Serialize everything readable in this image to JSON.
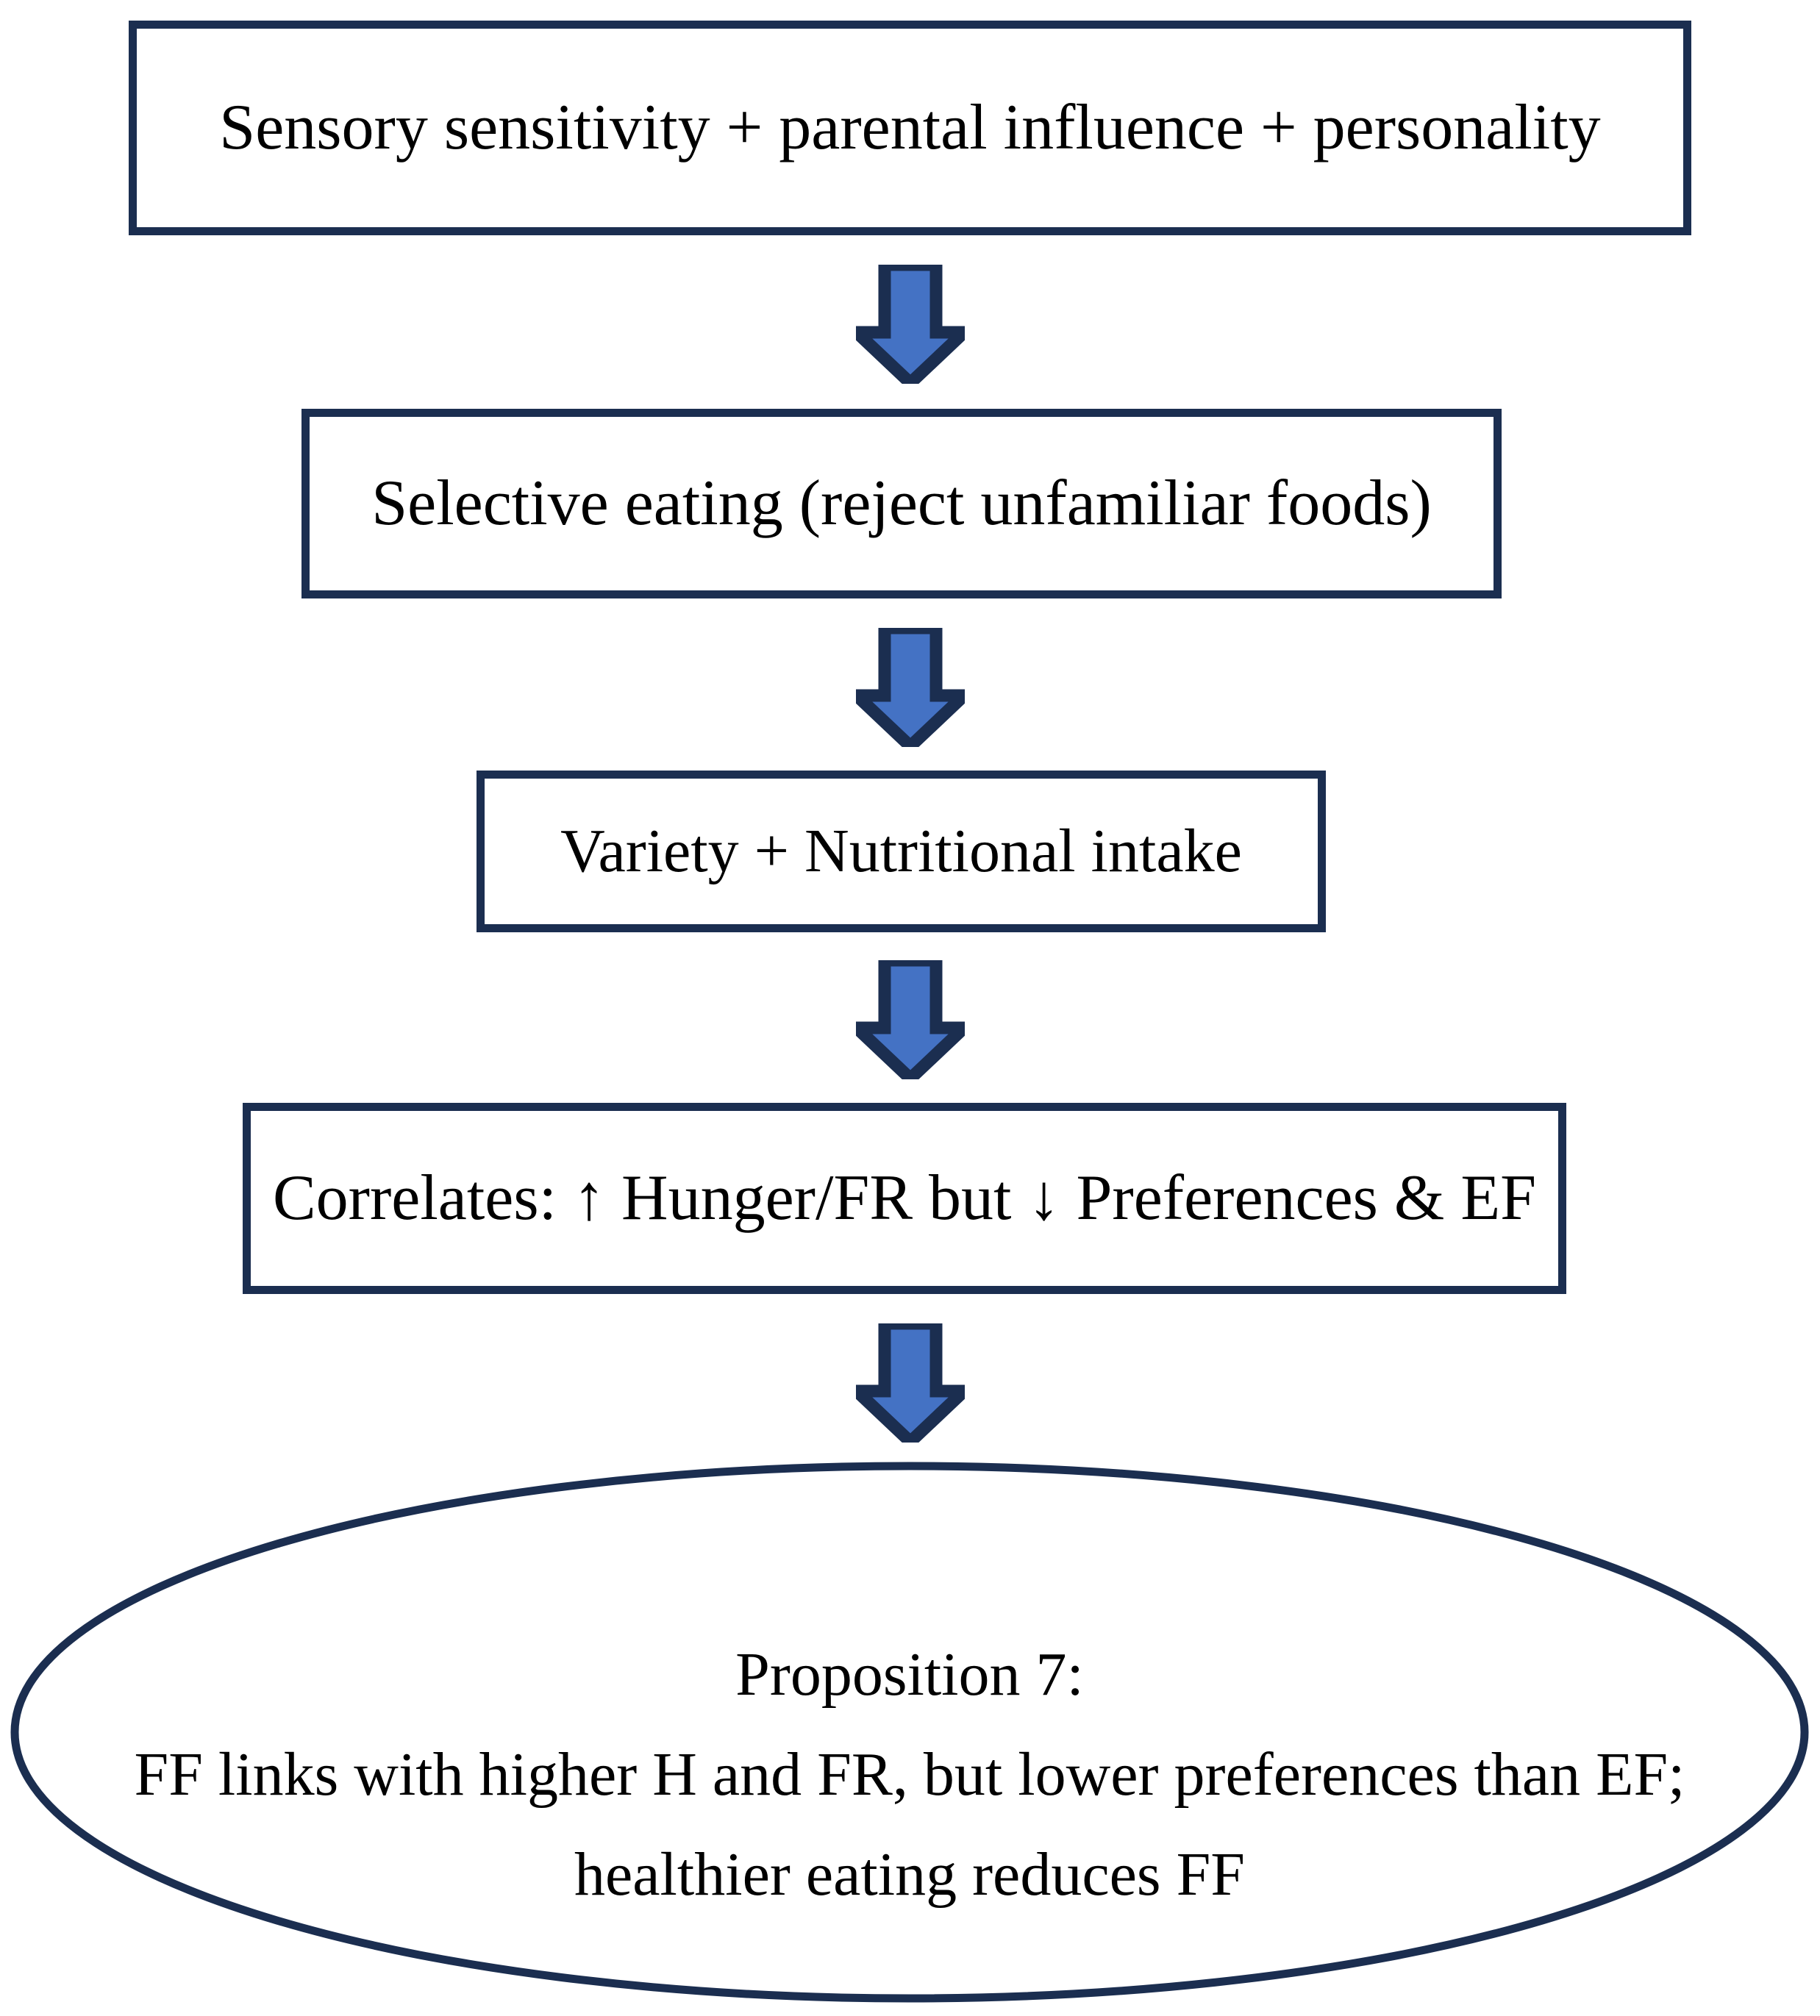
{
  "diagram": {
    "title": "Proposition 7 flowchart: food fussiness pathway",
    "colors": {
      "node_border": "#1b2e50",
      "node_fill": "#ffffff",
      "arrow_fill": "#4472c4",
      "arrow_border": "#1b2e50",
      "text": "#000000",
      "background": "#ffffff"
    },
    "nodes": [
      {
        "id": "box-1",
        "shape": "rectangle",
        "label": "Sensory sensitivity + parental influence + personality"
      },
      {
        "id": "box-2",
        "shape": "rectangle",
        "label": "Selective eating (reject unfamiliar foods)"
      },
      {
        "id": "box-3",
        "shape": "rectangle",
        "label": "Variety + Nutritional intake"
      },
      {
        "id": "box-4",
        "shape": "rectangle",
        "label": "Correlates: ↑ Hunger/FR but ↓ Preferences & EF"
      }
    ],
    "arrows": [
      {
        "id": "arrow-1",
        "direction": "down",
        "from": "box-1",
        "to": "box-2"
      },
      {
        "id": "arrow-2",
        "direction": "down",
        "from": "box-2",
        "to": "box-3"
      },
      {
        "id": "arrow-3",
        "direction": "down",
        "from": "box-3",
        "to": "box-4"
      },
      {
        "id": "arrow-4",
        "direction": "down",
        "from": "box-4",
        "to": "ellipse-1"
      }
    ],
    "ellipse": {
      "id": "ellipse-1",
      "shape": "ellipse",
      "lines": [
        "Proposition 7:",
        "FF links with higher H and FR, but lower preferences than EF;",
        "healthier eating reduces FF"
      ],
      "line_1": "Proposition 7:",
      "line_2": "FF links with higher H and FR, but lower preferences than EF;",
      "line_3": "healthier eating reduces FF"
    }
  }
}
